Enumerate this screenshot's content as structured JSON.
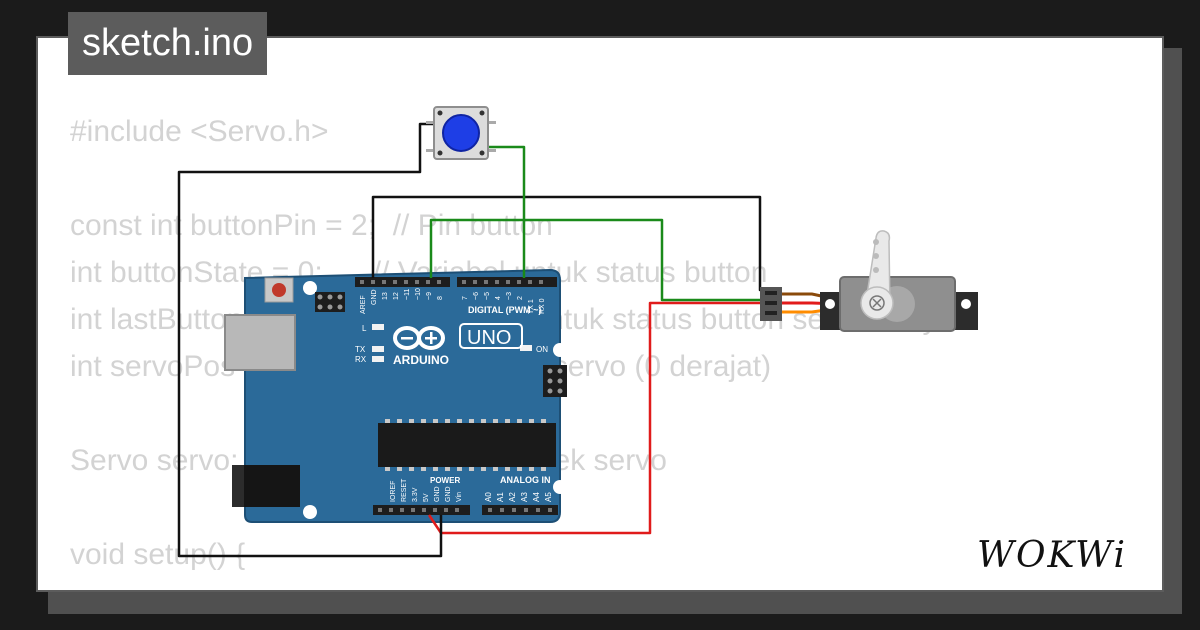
{
  "title": "sketch.ino",
  "code_lines": [
    "#include <Servo.h>",
    "",
    "const int buttonPin = 2;  // Pin button",
    "int buttonState = 0;      // Variabel untuk status button",
    "int lastButtonState = 0;  // Variabel untuk status button sebelumnya",
    "int servoPos = 0;         // Posisi awal servo (0 derajat)",
    "",
    "Servo servo;              // Membuat objek servo",
    "",
    "void setup() {"
  ],
  "board": {
    "brand": "ARDUINO",
    "model": "UNO",
    "digital_label": "DIGITAL (PWM ~)",
    "power_label": "POWER",
    "analog_label": "ANALOG IN",
    "aref": "AREF",
    "gnd": "GND",
    "digital_pins": [
      "13",
      "12",
      "~11",
      "~10",
      "~9",
      "8",
      "7",
      "~6",
      "~5",
      "4",
      "~3",
      "2",
      "TX 1",
      "RX 0"
    ],
    "power_pins": [
      "IOREF",
      "RESET",
      "3.3V",
      "5V",
      "GND",
      "GND",
      "Vin"
    ],
    "analog_pins": [
      "A0",
      "A1",
      "A2",
      "A3",
      "A4",
      "A5"
    ],
    "led_l": "L",
    "led_tx": "TX",
    "led_rx": "RX",
    "led_on": "ON"
  },
  "logo": "WOKWi",
  "colors": {
    "board": "#2b6a99",
    "button_cap": "#1e3ee6",
    "wire_black": "#111111",
    "wire_green": "#1a8a1a",
    "wire_red": "#e01b1b",
    "servo_body": "#8f8f8f"
  }
}
